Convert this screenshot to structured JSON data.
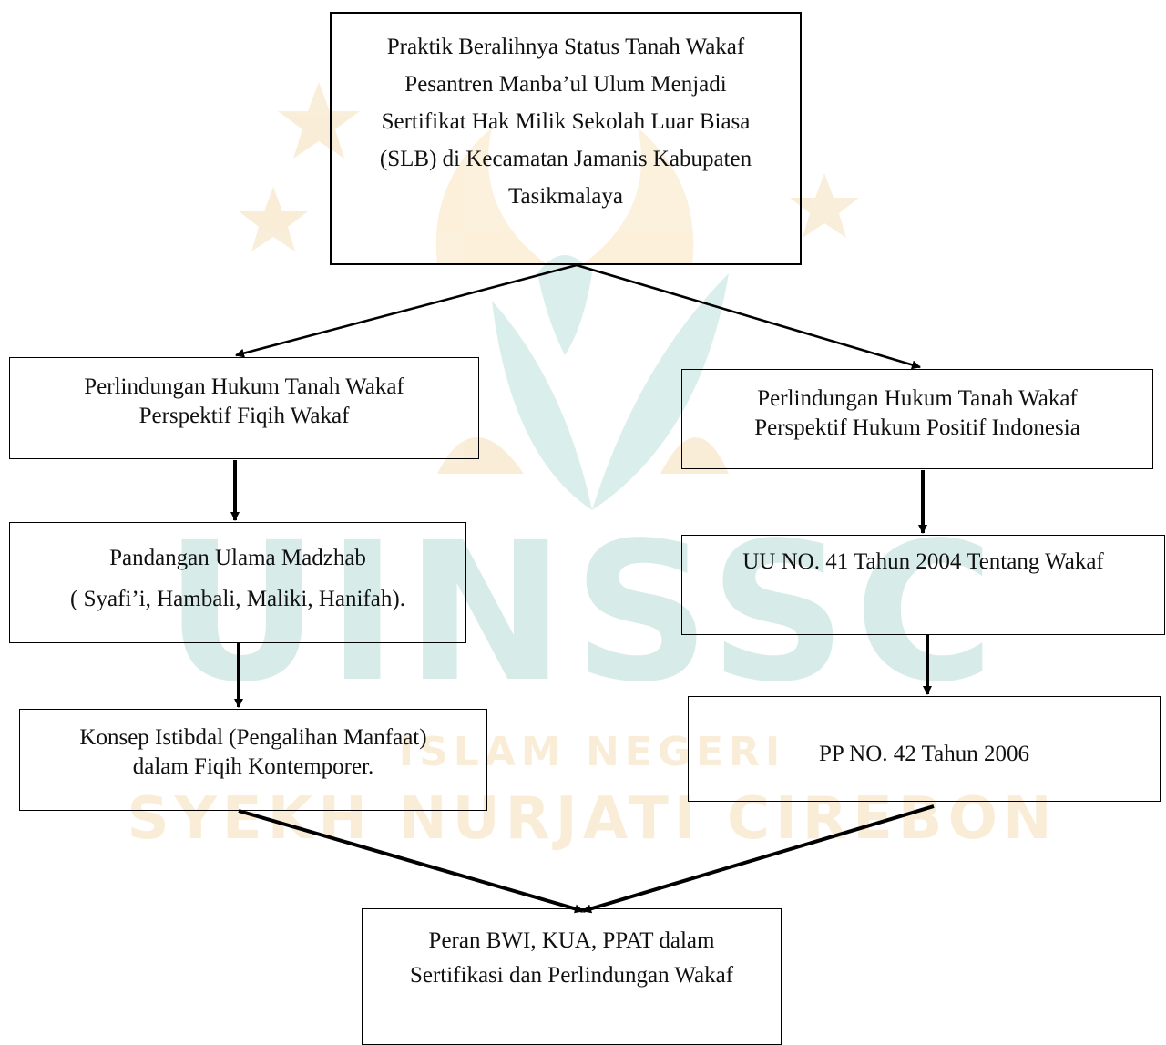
{
  "diagram": {
    "nodes": {
      "top": {
        "lines": [
          "Praktik Beralihnya Status Tanah Wakaf",
          "Pesantren Manba’ul Ulum Menjadi",
          "Sertifikat Hak Milik Sekolah Luar Biasa",
          "(SLB) di Kecamatan Jamanis Kabupaten",
          "Tasikmalaya"
        ]
      },
      "fiqih": {
        "lines": [
          "Perlindungan Hukum Tanah Wakaf",
          "Perspektif Fiqih Wakaf"
        ]
      },
      "positif": {
        "lines": [
          "Perlindungan Hukum Tanah Wakaf",
          "Perspektif Hukum Positif Indonesia"
        ]
      },
      "ulama": {
        "lines": [
          "Pandangan Ulama Madzhab",
          "( Syafi’i, Hambali, Maliki, Hanifah)."
        ]
      },
      "uu": {
        "lines": [
          "UU NO. 41 Tahun 2004 Tentang Wakaf"
        ]
      },
      "istibdal": {
        "lines": [
          "Konsep Istibdal (Pengalihan Manfaat)",
          "dalam Fiqih Kontemporer."
        ]
      },
      "pp": {
        "lines": [
          "PP NO. 42 Tahun 2006"
        ]
      },
      "peran": {
        "lines": [
          "Peran BWI, KUA, PPAT dalam",
          "Sertifikasi dan Perlindungan Wakaf"
        ]
      }
    },
    "edges": [
      {
        "from": "top",
        "to": "fiqih"
      },
      {
        "from": "top",
        "to": "positif"
      },
      {
        "from": "fiqih",
        "to": "ulama"
      },
      {
        "from": "ulama",
        "to": "istibdal"
      },
      {
        "from": "positif",
        "to": "uu"
      },
      {
        "from": "uu",
        "to": "pp"
      },
      {
        "from": "istibdal",
        "to": "peran"
      },
      {
        "from": "pp",
        "to": "peran"
      }
    ]
  },
  "watermark": {
    "logo_text": "UINSSC",
    "subtitle_lines": [
      "ISLAM NEGERI",
      "SYEKH NURJATI CIREBON"
    ]
  }
}
